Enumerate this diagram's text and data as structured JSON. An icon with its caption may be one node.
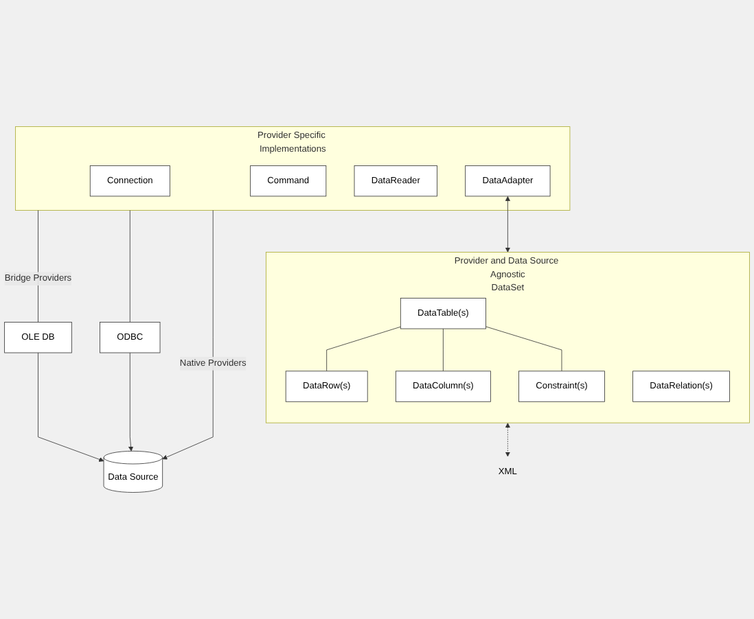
{
  "diagram": {
    "nodes": [
      {
        "text": [
          "Provider Specific Implementations"
        ]
      },
      {
        "text": [
          "Connection"
        ],
        "in": 0
      },
      {
        "text": [
          "Command"
        ],
        "in": 0
      },
      {
        "text": [
          "DataReader"
        ],
        "in": 0
      },
      {
        "text": [
          "DataAdapter"
        ],
        "in": 0
      },
      {
        "text": [
          "Provider and Data Source Agnostic",
          "DataSet"
        ]
      },
      {
        "text": [
          "DataTable(s)"
        ],
        "in": 5
      },
      {
        "text": [
          "DataRow(s)"
        ],
        "in": 5
      },
      {
        "text": [
          "DataColumn(s)"
        ],
        "in": 5
      },
      {
        "text": [
          "Constraint(s)"
        ],
        "in": 5
      },
      {
        "text": [
          "DataRelation(s)"
        ],
        "in": 5
      },
      {
        "text": [
          "OLE DB"
        ]
      },
      {
        "text": [
          "ODBC"
        ]
      },
      {
        "text": [
          "Data Source"
        ]
      },
      {
        "text": [
          "XML"
        ]
      }
    ],
    "edges": [
      {
        "from": 4,
        "to": 5,
        "arrow": "both"
      },
      {
        "from": 6,
        "to": 7,
        "arrow": "none"
      },
      {
        "from": 6,
        "to": 8,
        "arrow": "none"
      },
      {
        "from": 6,
        "to": 9,
        "arrow": "none"
      },
      {
        "from": 0,
        "to": 13,
        "arrow": "to",
        "label": "Native Providers"
      },
      {
        "from": 0,
        "to": 11,
        "arrow": "none",
        "label": "Bridge Providers"
      },
      {
        "from": 11,
        "to": 13,
        "arrow": "to"
      },
      {
        "from": 0,
        "to": 12,
        "arrow": "none"
      },
      {
        "from": 12,
        "to": 13,
        "arrow": "to"
      },
      {
        "from": 5,
        "to": 14,
        "arrow": "both",
        "style": "dashed"
      }
    ]
  }
}
